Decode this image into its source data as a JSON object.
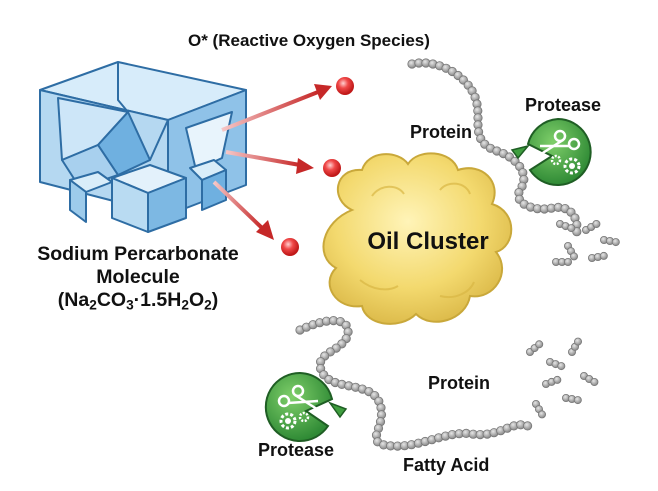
{
  "labels": {
    "ros": "O* (Reactive Oxygen Species)",
    "protein_top": "Protein",
    "protease_top": "Protease",
    "molecule_line1": "Sodium Percarbonate",
    "molecule_line2": "Molecule",
    "formula": {
      "open": "(Na",
      "sub1": "2",
      "mid1": "CO",
      "sub2": "3",
      "mid2": "·1.5H",
      "sub3": "2",
      "mid3": "O",
      "sub4": "2",
      "close": ")"
    },
    "oil_cluster": "Oil Cluster",
    "protein_bottom": "Protein",
    "protease_bottom": "Protease",
    "fatty_acid": "Fatty Acid"
  },
  "icons": [
    "crystal-cube-icon",
    "reactive-oxygen-dot-icon",
    "oil-cluster-blob",
    "protein-chain-icon",
    "protease-enzyme-icon",
    "scissors-icon",
    "gear-icon"
  ],
  "colors": {
    "crystal_fill": "#bfe0f5",
    "crystal_edge": "#2e6da4",
    "arrow": "#c62828",
    "ros_dot": "#e53935",
    "oil": "#f0d46a",
    "chain": "#9e9e9e",
    "protease": "#3f9e3f"
  }
}
